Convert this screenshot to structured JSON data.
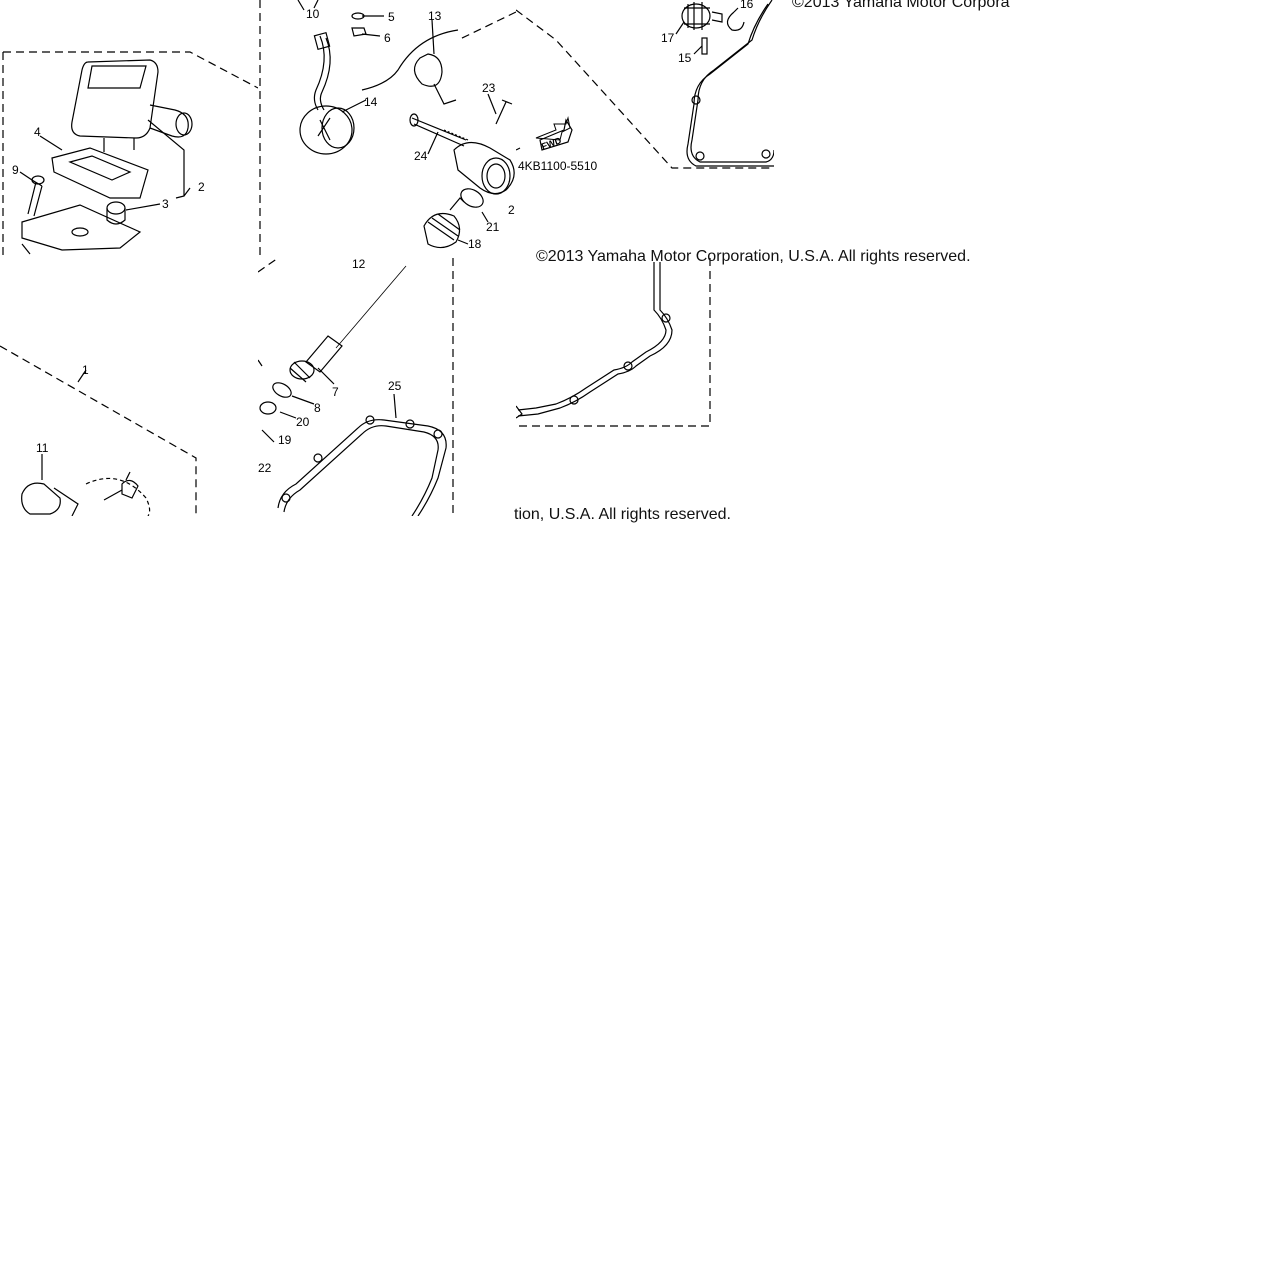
{
  "copyright": {
    "top_right": "©2013 Yamaha Motor Corpora",
    "middle": "©2013 Yamaha Motor Corporation, U.S.A. All rights reserved.",
    "lower": "tion, U.S.A. All rights reserved."
  },
  "diagram": {
    "part_code": "4KB1100-5510",
    "fwd_arrow": "FWD",
    "callouts": {
      "c1": "1",
      "c2": "2",
      "c3": "3",
      "c4": "4",
      "c5": "5",
      "c6": "6",
      "c7": "7",
      "c8": "8",
      "c9": "9",
      "c10": "10",
      "c11": "11",
      "c12": "12",
      "c13": "13",
      "c14": "14",
      "c15": "15",
      "c16": "16",
      "c17": "17",
      "c18": "18",
      "c19": "19",
      "c20": "20",
      "c21": "21",
      "c22": "22",
      "c23": "23",
      "c24": "24",
      "c25": "25"
    }
  },
  "colors": {
    "ink": "#000000",
    "background": "#ffffff"
  }
}
